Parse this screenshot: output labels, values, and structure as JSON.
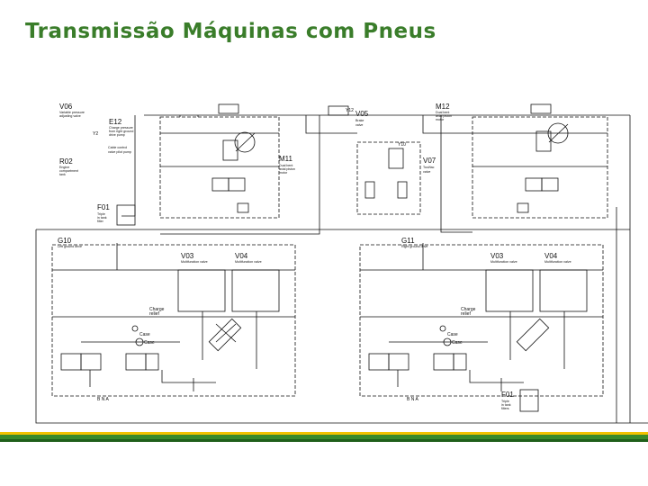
{
  "slide": {
    "title": "Transmissão Máquinas com Pneus",
    "stripe_colors": [
      "#f2c200",
      "#3a8a2a",
      "#1f5f1a"
    ]
  },
  "diagram": {
    "labels": {
      "v06": "V06",
      "v06_desc1": "Variable pressure",
      "v06_desc2": "adjusting valve",
      "e12": "E12",
      "e12_desc1": "Charge pressure",
      "e12_desc2": "from right ground",
      "e12_desc3": "drive pump",
      "y2": "Y2",
      "y12": "Y12",
      "y10": "Y10",
      "cable": "Cable control",
      "cable2": "valve pilot pump",
      "r02": "R02",
      "r02_desc1": "Engine",
      "r02_desc2": "compartment",
      "r02_desc3": "tank",
      "f01a": "F01",
      "f01a_desc1": "Triple",
      "f01a_desc2": "in tank",
      "f01a_desc3": "filter",
      "v05": "V05",
      "v05_desc1": "Brake",
      "v05_desc2": "valve",
      "m12": "M12",
      "m12_desc1": "Dual bent",
      "m12_desc2": "axial piston",
      "m12_desc3": "motor",
      "m11": "M11",
      "m11_desc1": "Dual bent",
      "m11_desc2": "axial piston",
      "m11_desc3": "motor",
      "v07": "V07",
      "v07_desc1": "Tool/tac",
      "v07_desc2": "valve",
      "g10": "G10",
      "g10_desc": "Left ground drive",
      "g11": "G11",
      "g11_desc": "Right ground drive",
      "v03a": "V03",
      "v03a_desc": "Multifunction valve",
      "v04a": "V04",
      "v04a_desc": "Multifunction valve",
      "v03b": "V03",
      "v03b_desc": "Multifunction valve",
      "v04b": "V04",
      "v04b_desc": "Multifunction valve",
      "charge_a1": "Charge",
      "charge_a2": "relief",
      "charge_b1": "Charge",
      "charge_b2": "relief",
      "case_a1": "Case",
      "case_a2": "Case",
      "case_b1": "Case",
      "case_b2": "Case",
      "bna_a": "B  N  A",
      "bna_b": "B  N  A",
      "f01b": "F01",
      "f01b_desc1": "Triple",
      "f01b_desc2": "in tank",
      "f01b_desc3": "filters"
    }
  }
}
